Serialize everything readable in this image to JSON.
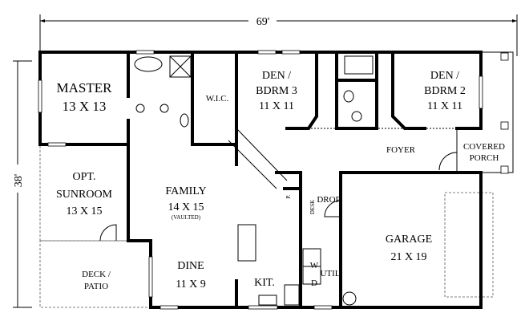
{
  "dimensions": {
    "width": "69'",
    "depth": "38'"
  },
  "rooms": {
    "master": {
      "name": "MASTER",
      "size": "13 X 13"
    },
    "wic": {
      "name": "W.I.C."
    },
    "den3": {
      "name1": "DEN /",
      "name2": "BDRM 3",
      "size": "11 X 11"
    },
    "den2": {
      "name1": "DEN /",
      "name2": "BDRM 2",
      "size": "11 X 11"
    },
    "foyer": {
      "name": "FOYER"
    },
    "porch": {
      "name1": "COVERED",
      "name2": "PORCH"
    },
    "sunroom": {
      "name1": "OPT.",
      "name2": "SUNROOM",
      "size": "13 X 15"
    },
    "family": {
      "name": "FAMILY",
      "size": "14 X 15",
      "note": "(VAULTED)"
    },
    "dine": {
      "name": "DINE",
      "size": "11 X 9"
    },
    "kitchen": {
      "name": "KIT."
    },
    "deck": {
      "name1": "DECK /",
      "name2": "PATIO"
    },
    "garage": {
      "name": "GARAGE",
      "size": "21 X 19"
    },
    "drop": {
      "name": "DROP"
    },
    "desk": {
      "name": "DESK"
    },
    "pantry": {
      "name": "P."
    },
    "utility": {
      "name": "UTIL",
      "washer": "W",
      "dryer": "D"
    }
  }
}
